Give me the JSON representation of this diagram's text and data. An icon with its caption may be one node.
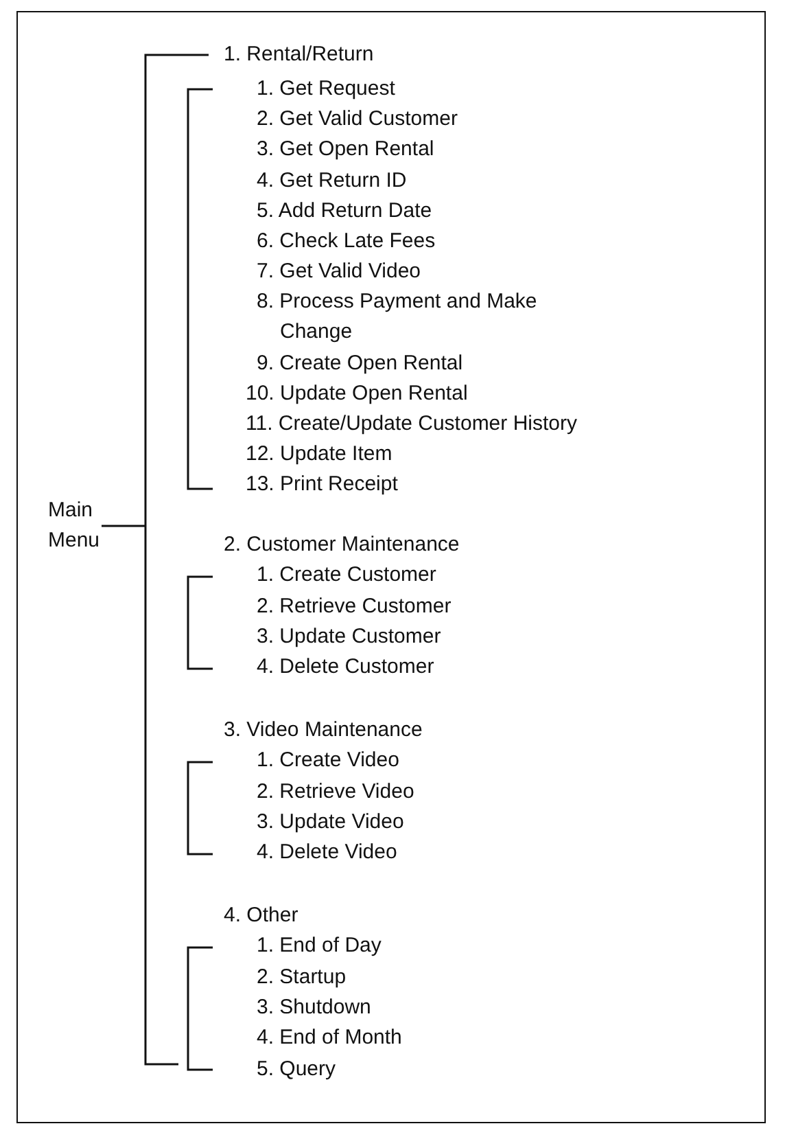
{
  "diagram": {
    "labels": [
      "1. Rental/Return",
      "1. Get Request",
      "2. Get Valid Customer",
      "3. Get Open Rental",
      "4. Get Return ID",
      "5. Add Return Date",
      "6. Check Late Fees",
      "7. Get Valid Video",
      "8. Process Payment and Make Change",
      "9. Create Open Rental",
      "10. Update Open Rental",
      "11. Create/Update Customer History",
      "12. Update Item",
      "13. Print Receipt",
      "Main Menu",
      "2. Customer Maintenance",
      "1. Create Customer",
      "2. Retrieve Customer",
      "3. Update Customer",
      "4. Delete Customer",
      "3. Video Maintenance",
      "1. Create Video",
      "2. Retrieve Video",
      "3. Update Video",
      "4. Delete Video",
      "4. Other",
      "1. End of Day",
      "2. Startup",
      "3. Shutdown",
      "4. End of Month",
      "5. Query"
    ]
  }
}
